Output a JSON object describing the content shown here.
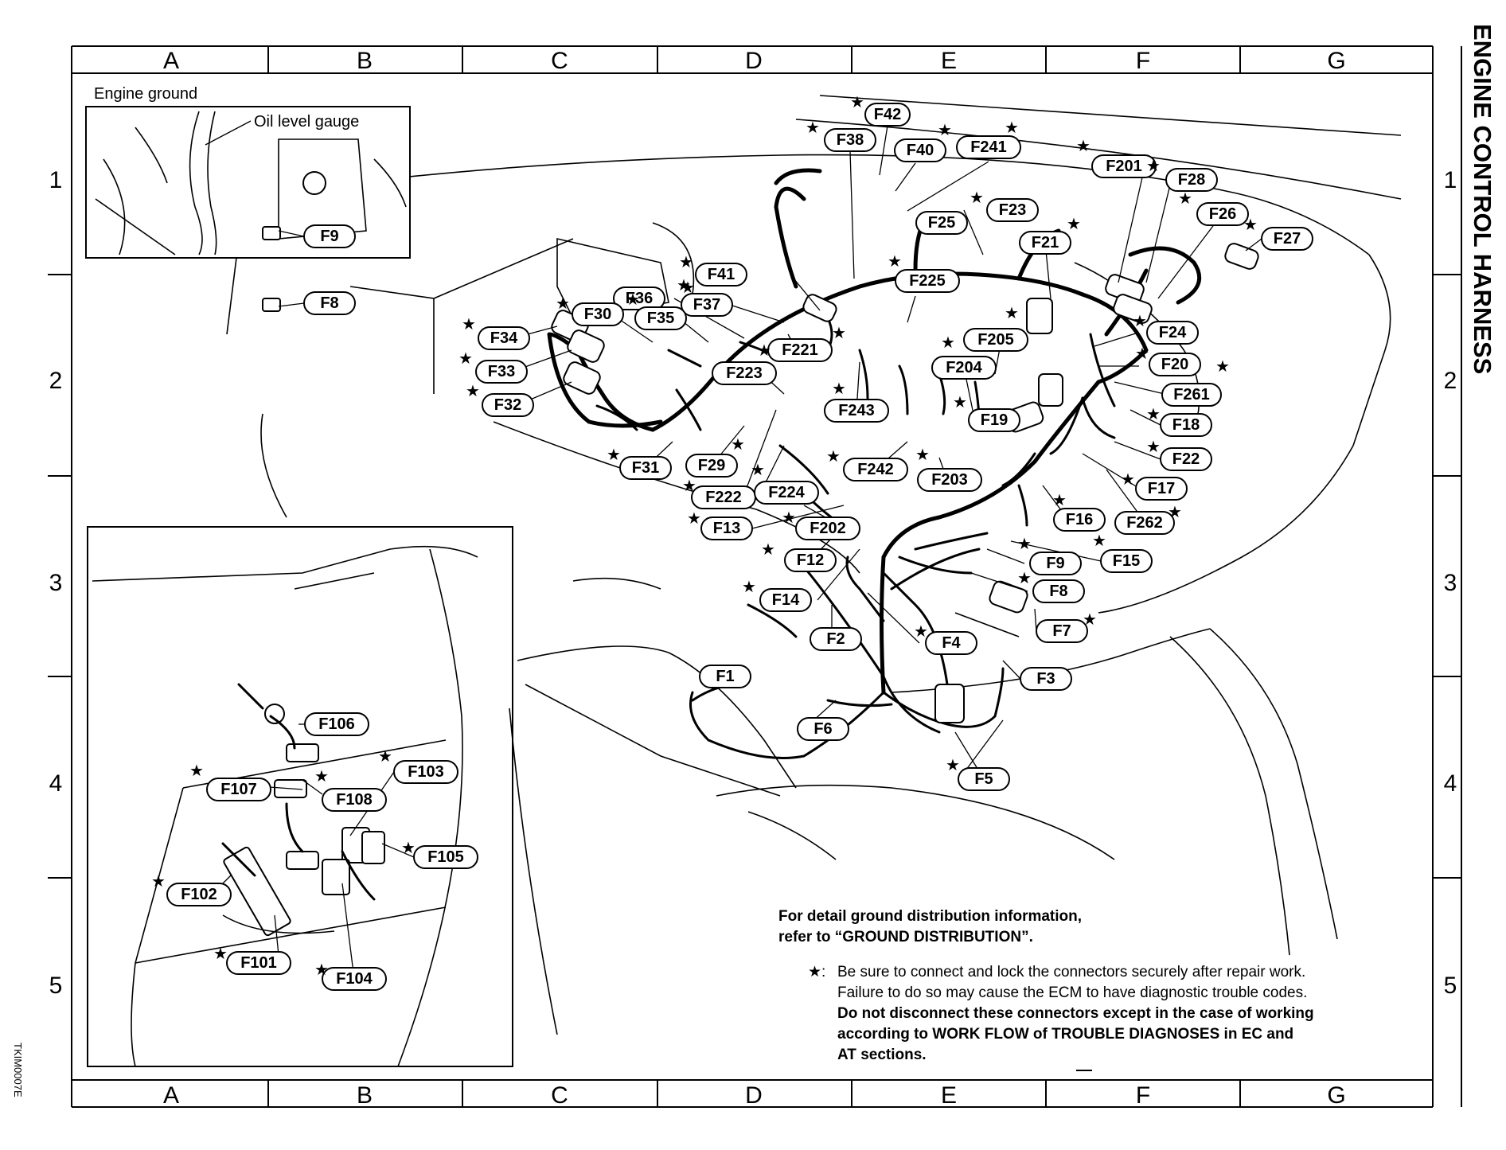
{
  "title": "ENGINE CONTROL HARNESS",
  "columns": [
    "A",
    "B",
    "C",
    "D",
    "E",
    "F",
    "G"
  ],
  "rows": [
    "1",
    "2",
    "3",
    "4",
    "5"
  ],
  "image_code": "TKIM0007E",
  "inset_top": {
    "caption": "Engine ground",
    "callout": "Oil level gauge",
    "connectors": [
      "F9",
      "F8"
    ]
  },
  "main_connectors": [
    {
      "id": "F42",
      "star": true
    },
    {
      "id": "F38",
      "star": true
    },
    {
      "id": "F40",
      "star": true
    },
    {
      "id": "F241",
      "star": true
    },
    {
      "id": "F201",
      "star": true
    },
    {
      "id": "F28",
      "star": true
    },
    {
      "id": "F23",
      "star": true
    },
    {
      "id": "F26",
      "star": true
    },
    {
      "id": "F27",
      "star": true
    },
    {
      "id": "F25",
      "star": false
    },
    {
      "id": "F21",
      "star": true
    },
    {
      "id": "F41",
      "star": true
    },
    {
      "id": "F225",
      "star": true
    },
    {
      "id": "F36",
      "star": true
    },
    {
      "id": "F37",
      "star": true
    },
    {
      "id": "F30",
      "star": true
    },
    {
      "id": "F35",
      "star": true
    },
    {
      "id": "F221",
      "star": true
    },
    {
      "id": "F205",
      "star": true
    },
    {
      "id": "F24",
      "star": true
    },
    {
      "id": "F34",
      "star": true
    },
    {
      "id": "F204",
      "star": true
    },
    {
      "id": "F20",
      "star": true
    },
    {
      "id": "F33",
      "star": true
    },
    {
      "id": "F223",
      "star": true
    },
    {
      "id": "F261",
      "star": true
    },
    {
      "id": "F32",
      "star": true
    },
    {
      "id": "F18",
      "star": true
    },
    {
      "id": "F19",
      "star": true
    },
    {
      "id": "F243",
      "star": true
    },
    {
      "id": "F22",
      "star": true
    },
    {
      "id": "F31",
      "star": true
    },
    {
      "id": "F29",
      "star": true
    },
    {
      "id": "F242",
      "star": true
    },
    {
      "id": "F203",
      "star": true
    },
    {
      "id": "F222",
      "star": true
    },
    {
      "id": "F224",
      "star": true
    },
    {
      "id": "F17",
      "star": true
    },
    {
      "id": "F16",
      "star": true
    },
    {
      "id": "F262",
      "star": true
    },
    {
      "id": "F13",
      "star": true
    },
    {
      "id": "F202",
      "star": true
    },
    {
      "id": "F12",
      "star": true
    },
    {
      "id": "F15",
      "star": true
    },
    {
      "id": "F9",
      "star": true
    },
    {
      "id": "F8",
      "star": true
    },
    {
      "id": "F14",
      "star": true
    },
    {
      "id": "F7",
      "star": true
    },
    {
      "id": "F2",
      "star": false
    },
    {
      "id": "F4",
      "star": true
    },
    {
      "id": "F1",
      "star": false
    },
    {
      "id": "F3",
      "star": false
    },
    {
      "id": "F6",
      "star": false
    },
    {
      "id": "F5",
      "star": true
    }
  ],
  "inset_bottom": {
    "connectors": [
      {
        "id": "F106",
        "star": false
      },
      {
        "id": "F103",
        "star": true
      },
      {
        "id": "F107",
        "star": true
      },
      {
        "id": "F108",
        "star": true
      },
      {
        "id": "F105",
        "star": true
      },
      {
        "id": "F102",
        "star": true
      },
      {
        "id": "F101",
        "star": true
      },
      {
        "id": "F104",
        "star": true
      }
    ]
  },
  "ground_note": {
    "line1": "For detail ground distribution information,",
    "line2": "refer to “GROUND DISTRIBUTION”."
  },
  "star_note": {
    "symbol": "★:",
    "line1": "Be sure to connect and lock the connectors securely after repair work.",
    "line2": "Failure to do so may cause the ECM to have diagnostic trouble codes.",
    "line3": "Do not disconnect these connectors except in the case of working",
    "line4": "according to WORK FLOW of TROUBLE DIAGNOSES in EC and",
    "line5": "AT sections."
  }
}
